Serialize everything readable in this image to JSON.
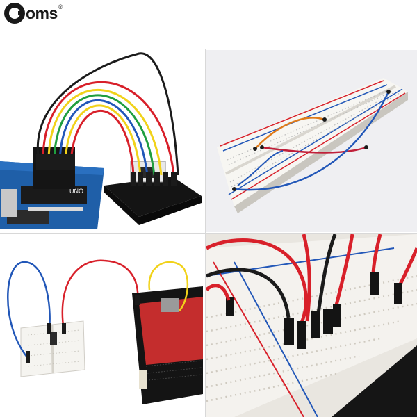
{
  "brand": {
    "name": "Coms",
    "mark_letter": "C",
    "rest": "oms",
    "registered": "®"
  },
  "panels": [
    {
      "icon": "arduino-breadboard-photo"
    },
    {
      "icon": "long-breadboard-photo"
    },
    {
      "icon": "mini-breadboard-board-photo"
    },
    {
      "icon": "breadboard-closeup-photo"
    }
  ],
  "colors": {
    "wire_red": "#d8202a",
    "wire_yellow": "#f1d21a",
    "wire_green": "#1f9e3f",
    "wire_blue": "#2257b8",
    "wire_black": "#1b1b1b",
    "board_blue": "#1f5fa8",
    "breadboard": "#f2f0ec"
  }
}
